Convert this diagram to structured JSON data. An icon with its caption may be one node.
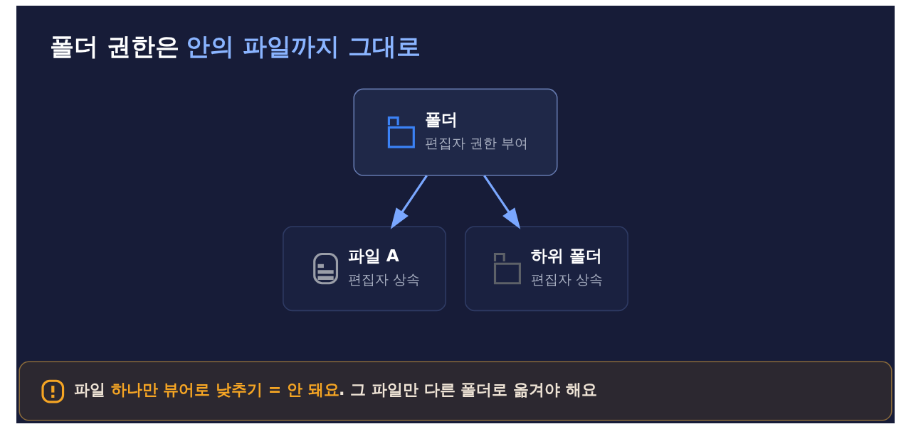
{
  "diagram": {
    "title": "폴더 권한은 **안의 파일까지 그대로**",
    "nodes": [
      {
        "text": [
          "폴더",
          "편집자 권한 부여"
        ]
      },
      {
        "text": [
          "파일 A",
          "편집자 상속"
        ]
      },
      {
        "text": [
          "하위 폴더",
          "편집자 상속"
        ]
      },
      {
        "text": [
          "파일 **하나만 뷰어로 낮추기 = 안 돼요**. 그 파일만 다른 폴더로 옮겨야 해요"
        ]
      }
    ],
    "edges": [
      {
        "from": 0,
        "to": 1,
        "arrow": "to"
      },
      {
        "from": 0,
        "to": 2,
        "arrow": "to"
      }
    ]
  }
}
